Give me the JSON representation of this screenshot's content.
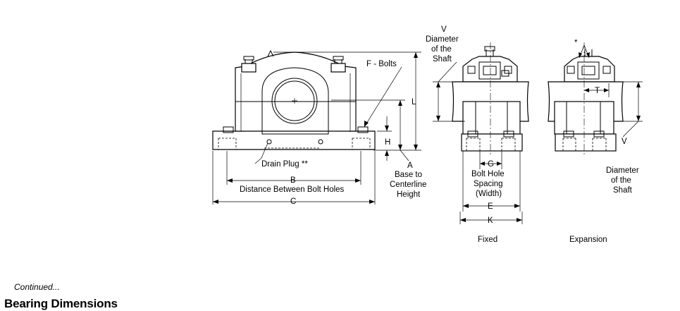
{
  "labels": {
    "f_bolts": "F - Bolts",
    "l": "L",
    "h": "H",
    "drain_plug": "Drain Plug **",
    "b": "B",
    "b_desc": "Distance Between Bolt Holes",
    "c": "C",
    "a": "A",
    "a_desc": [
      "Base to",
      "Centerline",
      "Height"
    ],
    "v": "V",
    "v_desc": [
      "Diameter",
      "of the",
      "Shaft"
    ],
    "g": "G",
    "g_desc": [
      "Bolt Hole",
      "Spacing",
      "(Width)"
    ],
    "e": "E",
    "k": "K",
    "fixed": "Fixed",
    "expansion": "Expansion",
    "asterisk": "*",
    "t": "T"
  },
  "footer": {
    "continued": "Continued...",
    "title": "Bearing Dimensions"
  }
}
